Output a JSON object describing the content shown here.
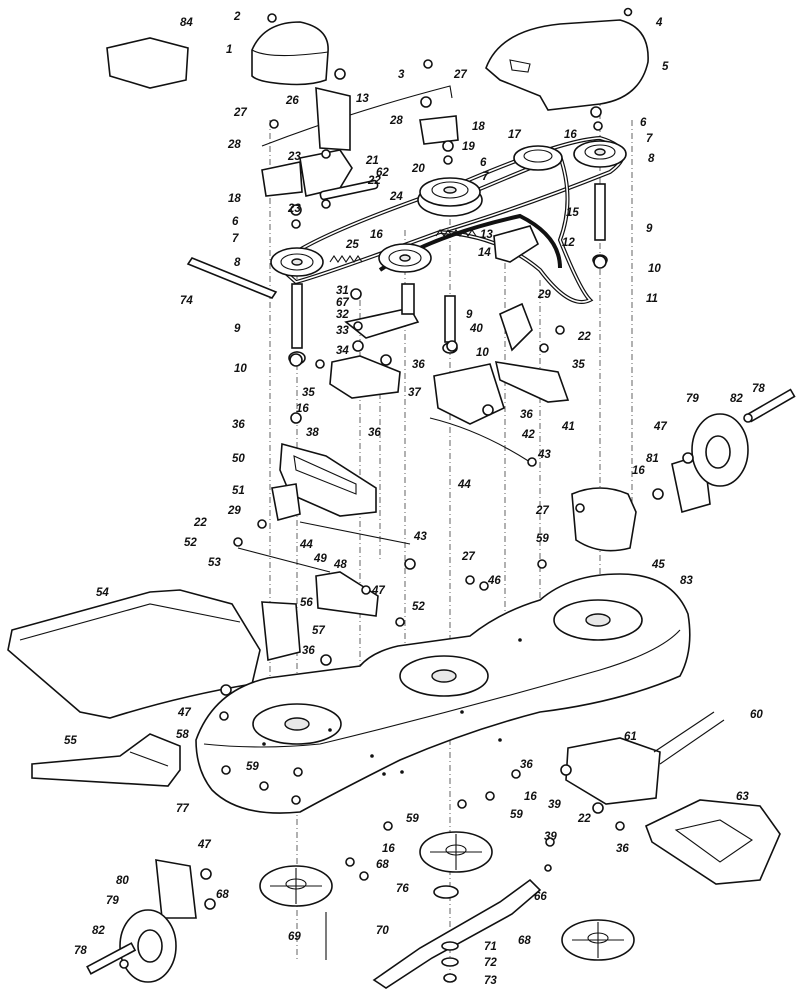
{
  "callouts": [
    "84",
    "2",
    "1",
    "4",
    "5",
    "27",
    "3",
    "26",
    "13",
    "27",
    "28",
    "18",
    "6",
    "7",
    "28",
    "23",
    "21",
    "19",
    "17",
    "16",
    "8",
    "18",
    "62",
    "22",
    "20",
    "6",
    "7",
    "24",
    "6",
    "23",
    "7",
    "8",
    "16",
    "25",
    "13",
    "14",
    "12",
    "15",
    "9",
    "10",
    "74",
    "31",
    "67",
    "32",
    "33",
    "9",
    "40",
    "29",
    "22",
    "11",
    "9",
    "34",
    "10",
    "36",
    "35",
    "10",
    "35",
    "37",
    "36",
    "41",
    "16",
    "38",
    "36",
    "42",
    "43",
    "44",
    "36",
    "50",
    "51",
    "29",
    "22",
    "52",
    "53",
    "48",
    "49",
    "44",
    "43",
    "27",
    "46",
    "59",
    "27",
    "45",
    "47",
    "54",
    "56",
    "52",
    "57",
    "83",
    "36",
    "47",
    "58",
    "55",
    "59",
    "77",
    "36",
    "59",
    "16",
    "59",
    "80",
    "47",
    "68",
    "68",
    "16",
    "76",
    "79",
    "82",
    "78",
    "69",
    "70",
    "71",
    "72",
    "73",
    "68",
    "60",
    "61",
    "63",
    "39",
    "22",
    "39",
    "36",
    "66",
    "79",
    "82",
    "78",
    "47",
    "81",
    "16"
  ]
}
